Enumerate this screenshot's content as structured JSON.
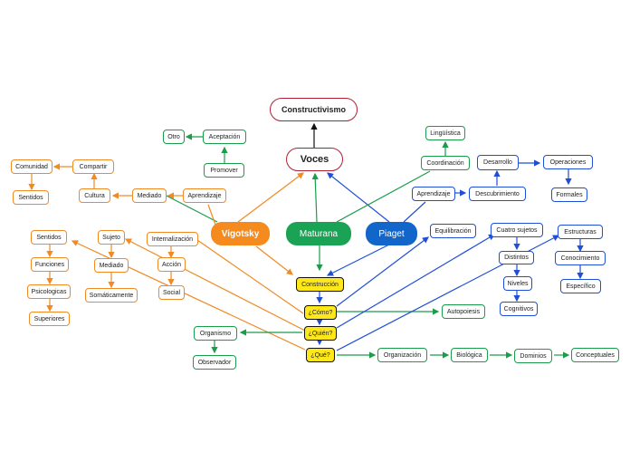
{
  "root": "Constructivismo",
  "voces": "Voces",
  "authors": {
    "vigotsky": "Vigotsky",
    "maturana": "Maturana",
    "piaget": "Piaget"
  },
  "questions": {
    "construccion": "Construcción",
    "como": "¿Cómo?",
    "quien": "¿Quién?",
    "que": "¿Qué?"
  },
  "vigotsky_branch": {
    "aprendizaje": "Aprendizaje",
    "promover": "Promover",
    "aceptacion": "Aceptación",
    "otro": "Otro",
    "mediado": "Mediado",
    "cultura": "Cultura",
    "compartir": "Compartir",
    "comunidad": "Comunidad",
    "sentidos": "Sentidos"
  },
  "left_cluster": {
    "sentidos": "Sentidos",
    "funciones": "Funciones",
    "psicologicas": "Psicologicas",
    "superiores": "Superiores",
    "sujeto": "Sujeto",
    "mediado": "Mediado",
    "somaticamente": "Somáticamente",
    "internalizacion": "Internalización",
    "accion": "Acción",
    "social": "Social"
  },
  "maturana_branch": {
    "autopoiesis": "Autopoiesis",
    "organismo": "Organismo",
    "observador": "Observador",
    "organizacion": "Organización",
    "biologica": "Biológica",
    "dominios": "Dominios",
    "conceptuales": "Conceptuales"
  },
  "piaget_branch": {
    "linguistica": "Lingüística",
    "coordinacion": "Coordinación",
    "aprendizaje": "Aprendizaje",
    "descubrimiento": "Descubrimiento",
    "desarrollo": "Desarrollo",
    "operaciones": "Operaciones",
    "formales": "Formales",
    "equilibracion": "Equilibración",
    "cuatro_sujetos": "Cuatro sujetos",
    "distintos": "Distintos",
    "niveles": "Niveles",
    "cognitivos": "Cognitivos",
    "estructuras": "Estructuras",
    "conocimiento": "Conocimiento",
    "especifico": "Específico"
  },
  "colors": {
    "vigotsky": "#f58a1f",
    "maturana": "#1aa354",
    "piaget": "#1366c9",
    "highlight": "#ffe81a",
    "root_border": "#b02035"
  }
}
